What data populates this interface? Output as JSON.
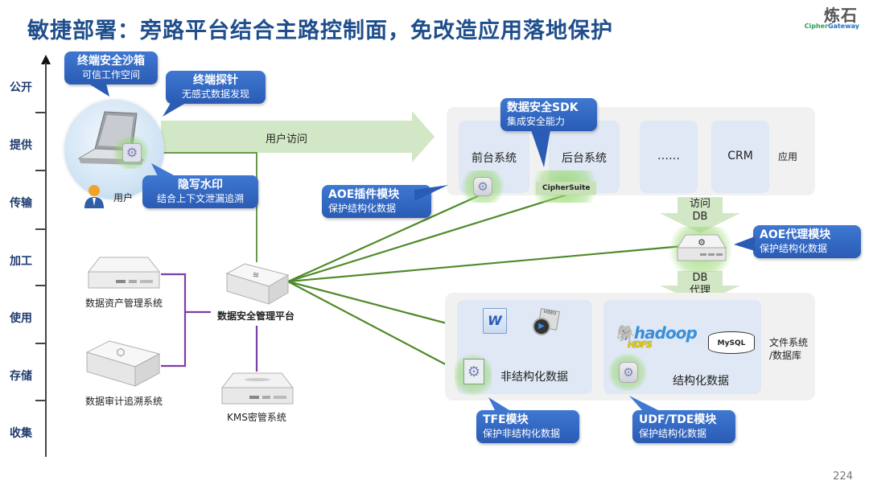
{
  "title": "敏捷部署：旁路平台结合主路控制面，免改造应用落地保护",
  "logo": {
    "cn": "炼石",
    "en_a": "Cipher",
    "en_b": "Gateway"
  },
  "page_number": "224",
  "axis": {
    "labels": [
      "公开",
      "提供",
      "传输",
      "加工",
      "使用",
      "存储",
      "收集"
    ]
  },
  "user_label": "用户",
  "flow_arrow_label": "用户访问",
  "callouts": {
    "sandbox": {
      "title": "终端安全沙箱",
      "sub": "可信工作空间"
    },
    "probe": {
      "title": "终端探针",
      "sub": "无感式数据发现"
    },
    "watermark": {
      "title": "隐写水印",
      "sub": "结合上下文泄漏追溯"
    },
    "sdk": {
      "title": "数据安全SDK",
      "sub": "集成安全能力"
    },
    "aoe_plugin": {
      "title": "AOE插件模块",
      "sub": "保护结构化数据"
    },
    "aoe_proxy": {
      "title": "AOE代理模块",
      "sub": "保护结构化数据"
    },
    "tfe": {
      "title": "TFE模块",
      "sub": "保护非结构化数据"
    },
    "udf": {
      "title": "UDF/TDE模块",
      "sub": "保护结构化数据"
    }
  },
  "apps": {
    "boxes": [
      "前台系统",
      "后台系统",
      "……",
      "CRM"
    ],
    "side_label": "应用",
    "cipher_suite": "CipherSuite"
  },
  "access_db": [
    "访问",
    "DB"
  ],
  "db_proxy": [
    "DB",
    "代理"
  ],
  "storage": {
    "unstructured": "非结构化数据",
    "structured": "结构化数据",
    "hadoop": "hadoop",
    "hdfs": "HDFS",
    "mysql": "MySQL",
    "word_icon": "W",
    "video_icon": "VIDEO",
    "side_label": [
      "文件系统",
      "/数据库"
    ]
  },
  "devices": {
    "asset_mgmt": "数据资产管理系统",
    "audit": "数据审计追溯系统",
    "platform": "数据安全管理平台",
    "kms": "KMS密管系统"
  },
  "colors": {
    "title": "#1f4e8c",
    "callout": "#2f63bd",
    "green_line": "#5a8a32",
    "purple_line": "#7a3aa8",
    "arrow_fill": "#cfe5c2"
  }
}
